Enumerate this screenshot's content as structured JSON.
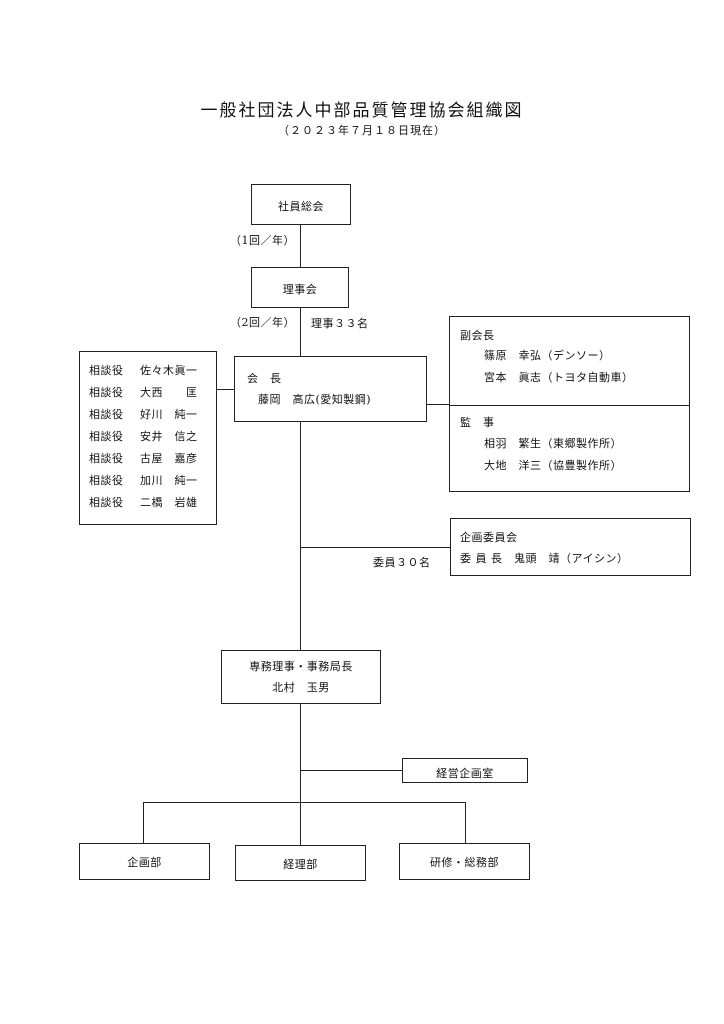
{
  "title": "一般社団法人中部品質管理協会組織図",
  "subtitle": "（２０２３年７月１８日現在）",
  "general_meeting": {
    "label": "社員総会",
    "frequency": "（1回／年）"
  },
  "board": {
    "label": "理事会",
    "frequency": "（2回／年）",
    "members": "理事３３名"
  },
  "president": {
    "title": "会　長",
    "name": "藤岡　高広(愛知製鋼)"
  },
  "advisors": [
    {
      "role": "相談役",
      "name": "佐々木眞一"
    },
    {
      "role": "相談役",
      "name": "大西　　匡"
    },
    {
      "role": "相談役",
      "name": "好川　純一"
    },
    {
      "role": "相談役",
      "name": "安井　信之"
    },
    {
      "role": "相談役",
      "name": "古屋　嘉彦"
    },
    {
      "role": "相談役",
      "name": "加川　純一"
    },
    {
      "role": "相談役",
      "name": "二橋　岩雄"
    }
  ],
  "vice_presidents": {
    "title": "副会長",
    "members": [
      "篠原　幸弘（デンソー）",
      "宮本　眞志（トヨタ自動車）"
    ]
  },
  "auditors": {
    "title": "監　事",
    "members": [
      "相羽　繁生（東郷製作所）",
      "大地　洋三（協豊製作所）"
    ]
  },
  "planning_committee": {
    "title": "企画委員会",
    "chair": "委 員 長　鬼頭　靖（アイシン）",
    "members": "委員３０名"
  },
  "executive": {
    "title": "専務理事・事務局長",
    "name": "北村　玉男"
  },
  "management_office": "経営企画室",
  "departments": [
    "企画部",
    "経理部",
    "研修・総務部"
  ]
}
